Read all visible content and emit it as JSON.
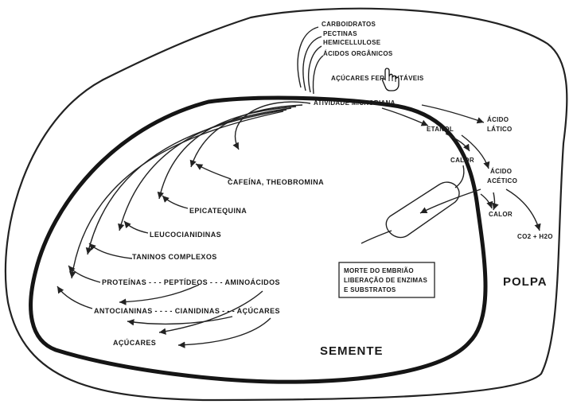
{
  "labels": {
    "carboidratos": "CARBOIDRATOS",
    "pectinas": "PECTINAS",
    "hemicellulose": "HEMICELLULOSE",
    "acidos_organicos": "ÁCIDOS ORGÂNICOS",
    "acucares_fermentaveis": "AÇÚCARES FERMENTÁVEIS",
    "atividade_microbiana": "ATIVIDADE MICROBIANA",
    "etanol": "ETANOL",
    "acido_latico": [
      "ÁCIDO",
      "LÁTICO"
    ],
    "calor_1": "CALOR",
    "acido_acetico": [
      "ÁCIDO",
      "ACÉTICO"
    ],
    "calor_2": "CALOR",
    "co2_h2o": "CO2 + H2O",
    "cafeina_teobromina": "CAFEÍNA,  THEOBROMINA",
    "epicatequina": "EPICATEQUINA",
    "leucocianidinas": "LEUCOCIANIDINAS",
    "taninos_complexos": "TANINOS COMPLEXOS",
    "proteinas_peptideos_aminoacidos": "PROTEÍNAS - - -  PEPTÍDEOS - - -  AMINOÁCIDOS",
    "antocianinas_cianidinas_acucares": "ANTOCIANINAS - - - - CIANIDINAS - - - AÇÚCARES",
    "acucares_bottom": "AÇÚCARES",
    "morte_embriao_box": [
      "MORTE DO EMBRIÃO",
      "LIBERAÇÃO DE ENZIMAS",
      "E SUBSTRATOS"
    ],
    "polpa": "POLPA",
    "semente": "SEMENTE"
  },
  "icons": {
    "cursor": "hand-pointer-icon"
  },
  "colors": {
    "ink": "#1a1a1a",
    "background": "#ffffff"
  }
}
